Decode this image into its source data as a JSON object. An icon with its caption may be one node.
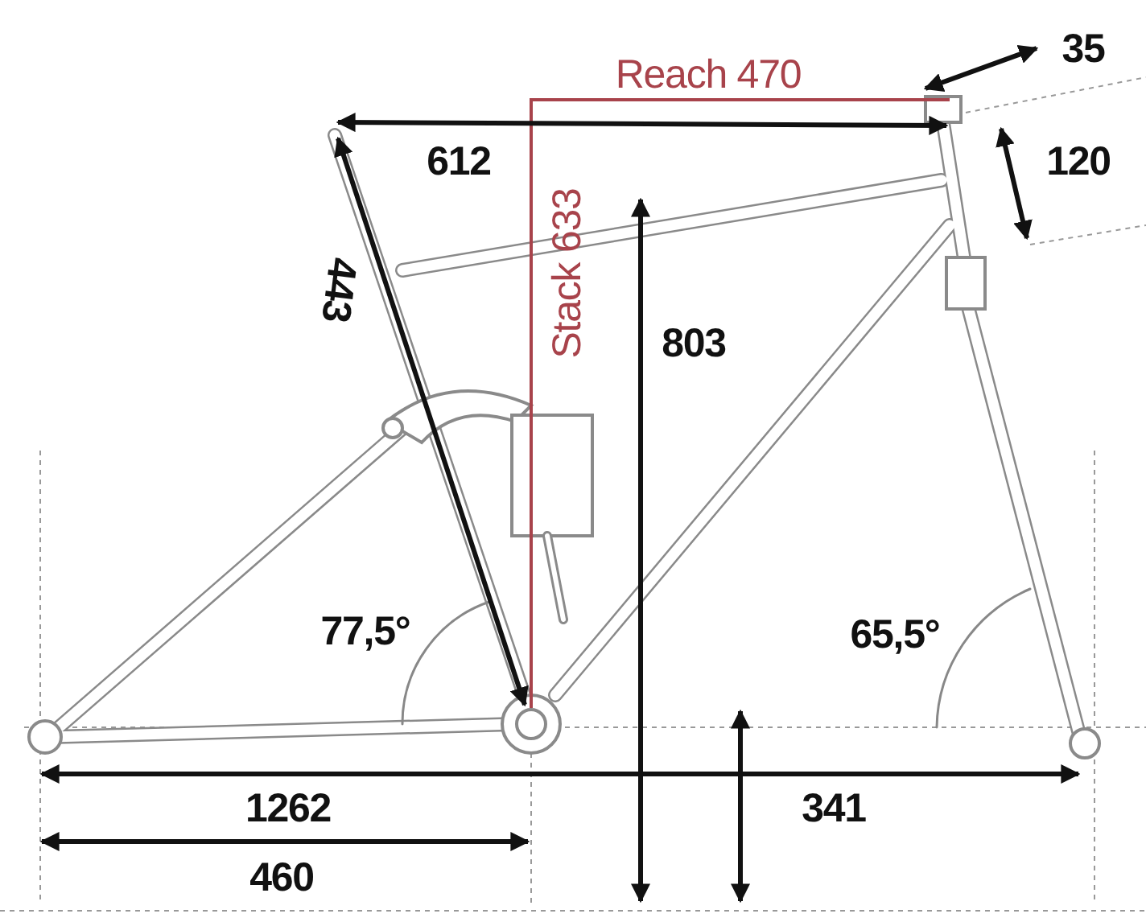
{
  "diagram": {
    "labels": [
      "Reach 470",
      "35",
      "612",
      "120",
      "Stack 633",
      "443",
      "803",
      "77,5°",
      "65,5°",
      "1262",
      "341",
      "460"
    ]
  }
}
